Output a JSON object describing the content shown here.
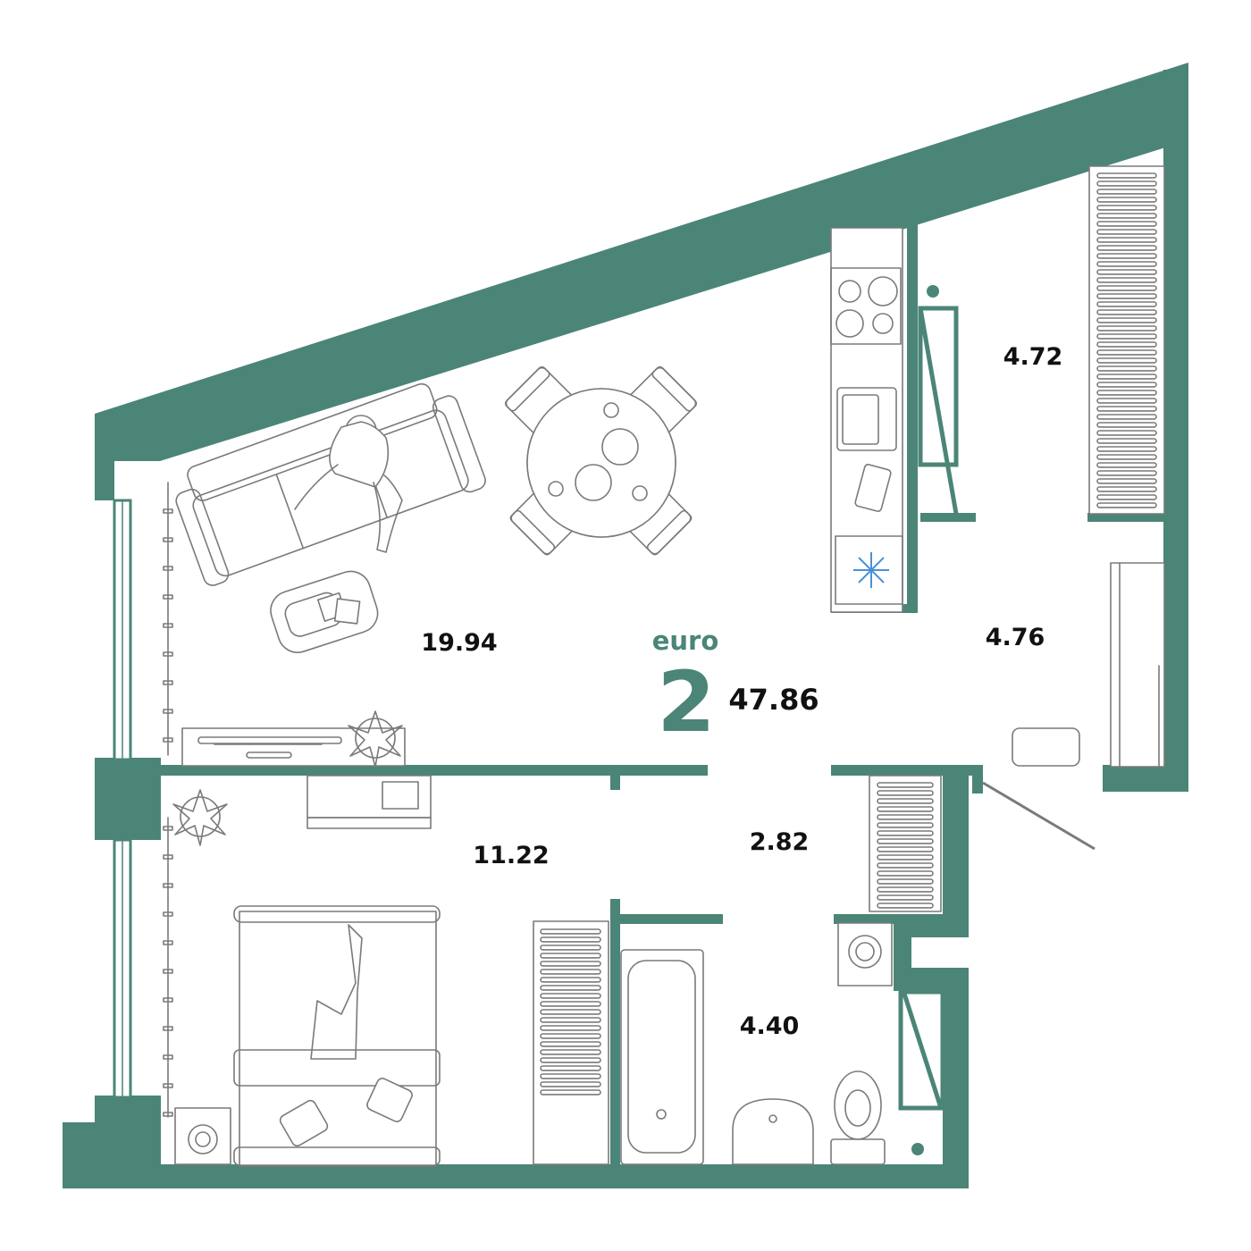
{
  "colors": {
    "wall": "#4b8577",
    "accent": "#4b8577",
    "text": "#111111",
    "furniture": "#7a7a7a",
    "fridge_icon": "#4a90d9"
  },
  "plan": {
    "type_label": "euro",
    "rooms_count": "2",
    "total_area": "47.86",
    "areas": {
      "living_kitchen": "19.94",
      "storage": "4.72",
      "hallway": "4.76",
      "bedroom": "11.22",
      "corridor": "2.82",
      "bathroom": "4.40"
    }
  },
  "icons": {
    "fridge": "snowflake-icon",
    "cooktop": "cooktop-icon",
    "sink": "sink-icon",
    "washer": "washing-machine-icon",
    "toilet": "toilet-icon",
    "bathtub": "bathtub-icon"
  }
}
